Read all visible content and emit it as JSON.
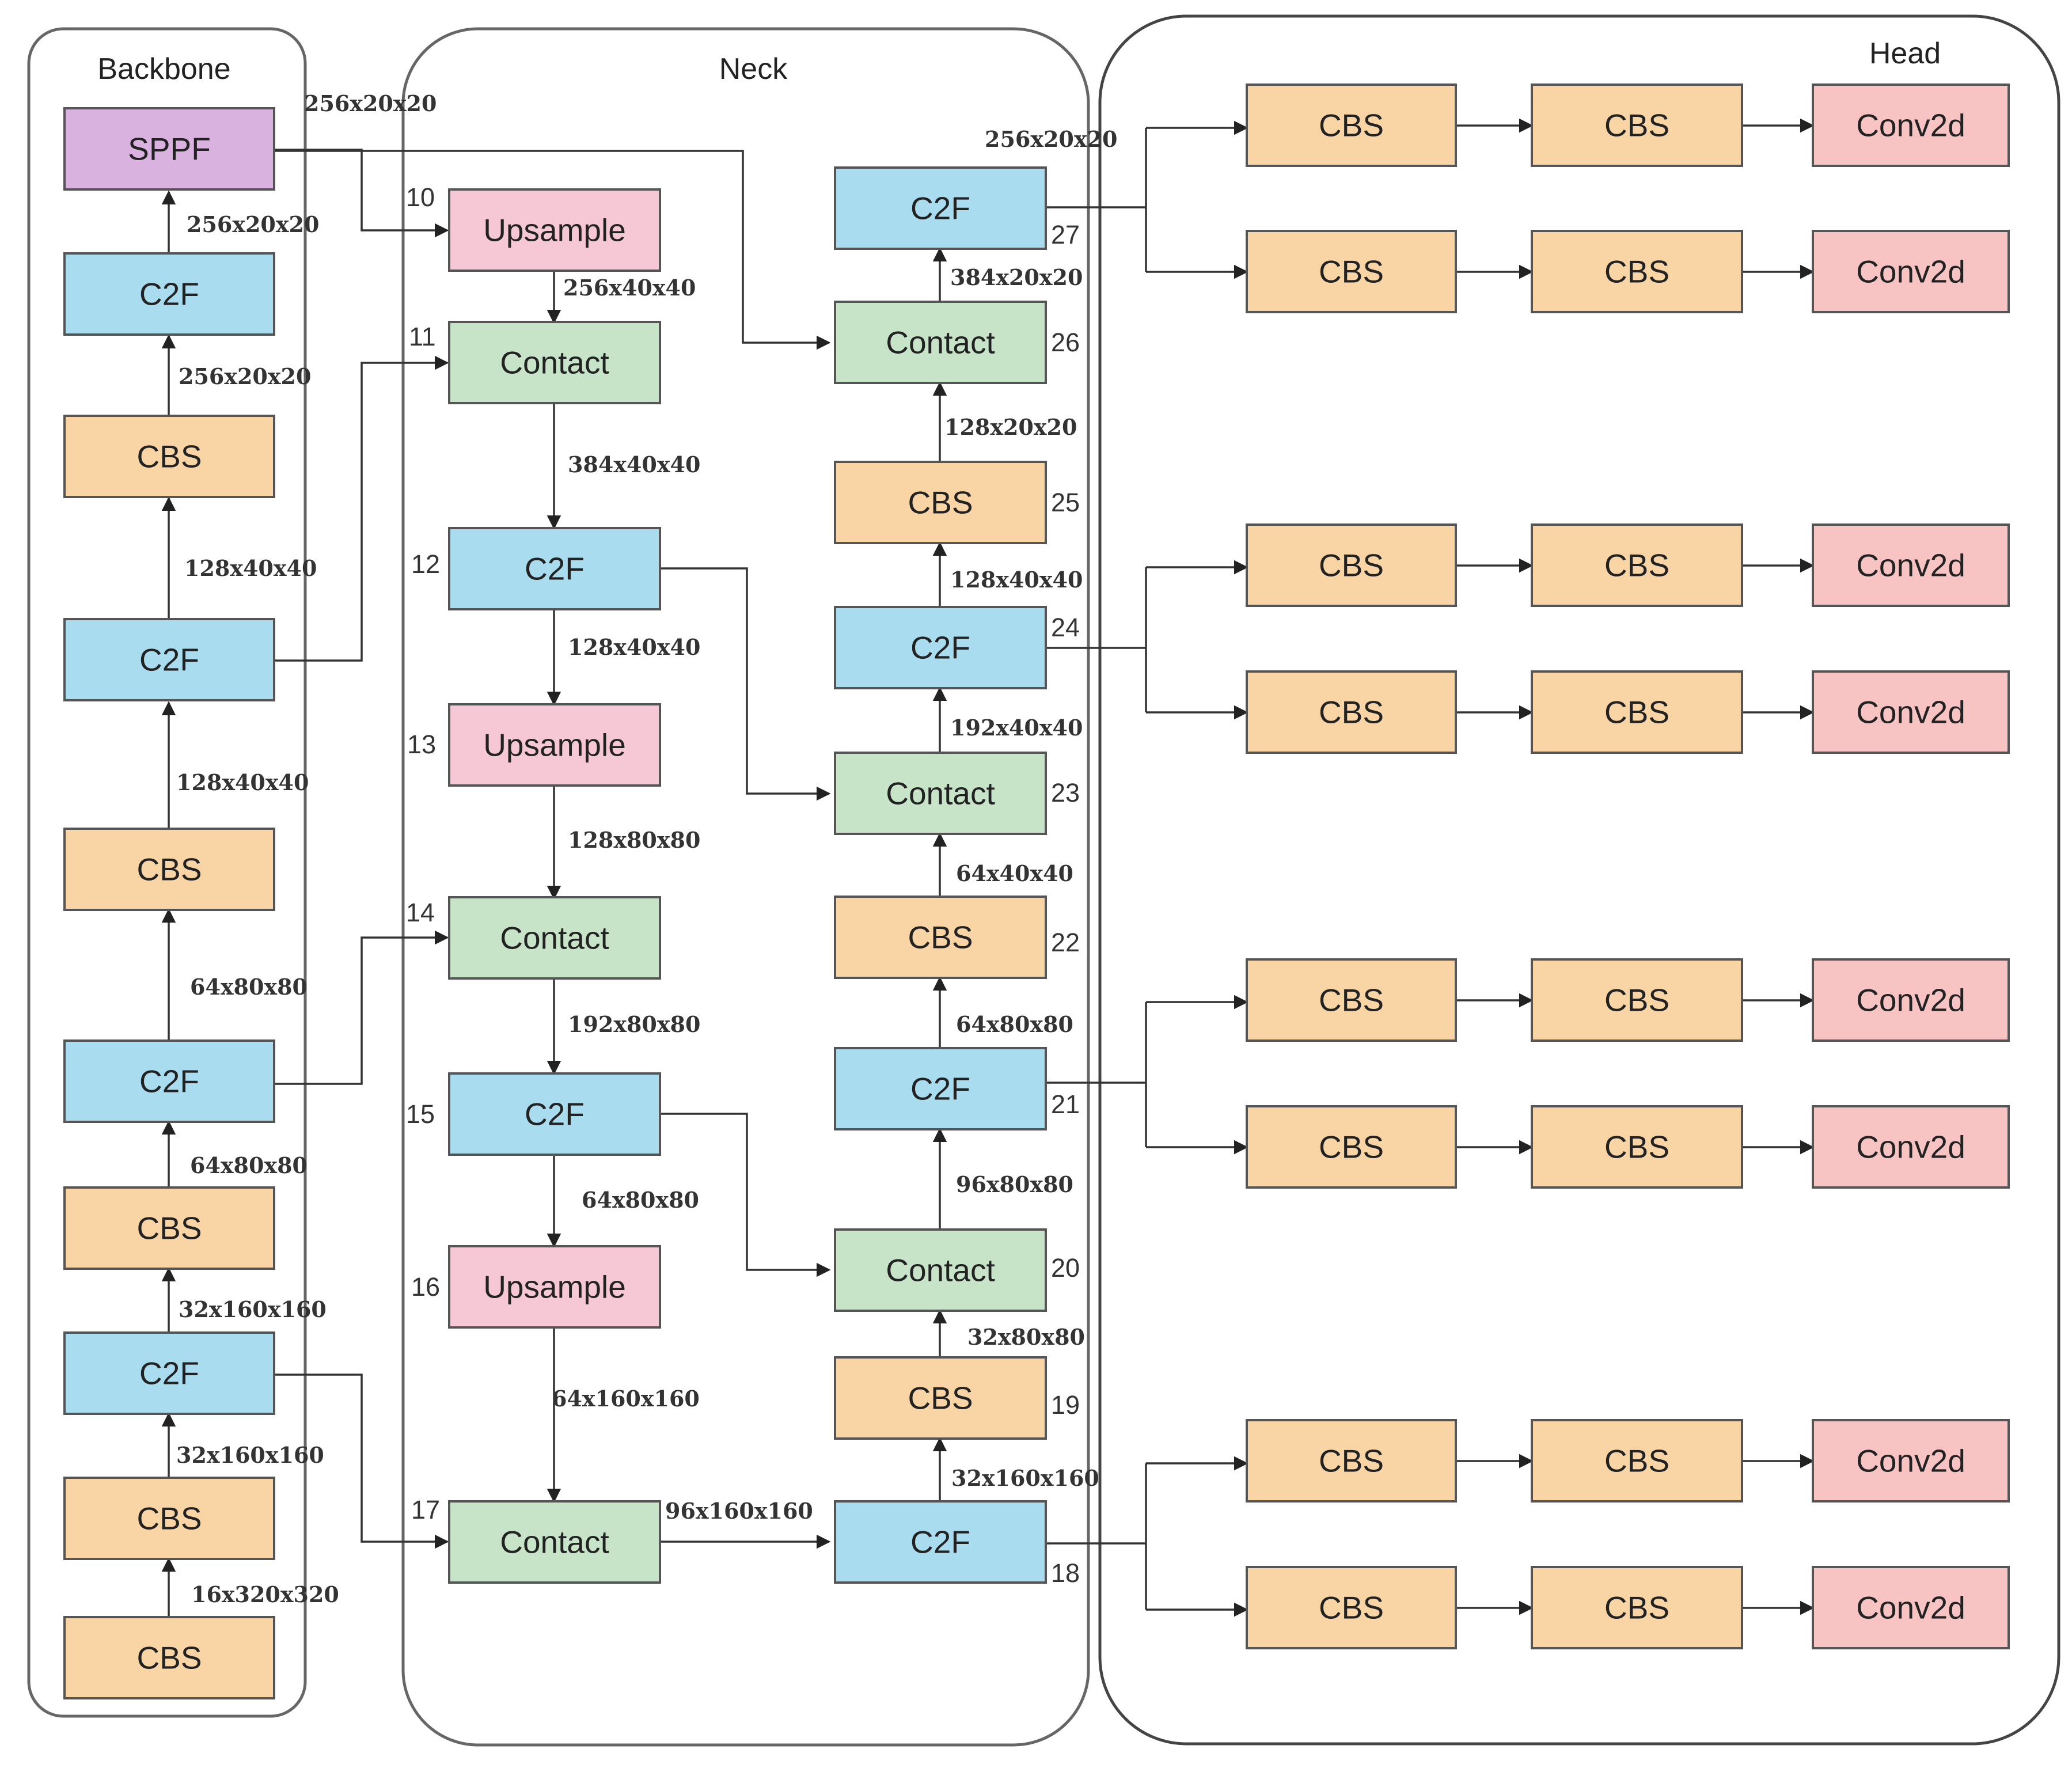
{
  "colors": {
    "CBS": "#f9d5a6",
    "C2F": "#a9dcef",
    "SPPF": "#d9b2df",
    "Upsample": "#f6c8d6",
    "Contact": "#c7e4c8",
    "Conv2d": "#f7c3c3",
    "border": "#555555"
  },
  "sections": {
    "backbone": "Backbone",
    "neck": "Neck",
    "head": "Head"
  },
  "blocks": {
    "b_cbs0": "CBS",
    "b_cbs1": "CBS",
    "b_c2f0": "C2F",
    "b_cbs2": "CBS",
    "b_c2f1": "C2F",
    "b_cbs3": "CBS",
    "b_c2f2": "C2F",
    "b_cbs4": "CBS",
    "b_c2f3": "C2F",
    "b_sppf": "SPPF",
    "n_up10": "Upsample",
    "n_cat11": "Contact",
    "n_c2f12": "C2F",
    "n_up13": "Upsample",
    "n_cat14": "Contact",
    "n_c2f15": "C2F",
    "n_up16": "Upsample",
    "n_cat17": "Contact",
    "n_c2f18": "C2F",
    "n_cbs19": "CBS",
    "n_cat20": "Contact",
    "n_c2f21": "C2F",
    "n_cbs22": "CBS",
    "n_cat23": "Contact",
    "n_c2f24": "C2F",
    "n_cbs25": "CBS",
    "n_cat26": "Contact",
    "n_c2f27": "C2F"
  },
  "head_rows": [
    [
      "CBS",
      "CBS",
      "Conv2d"
    ],
    [
      "CBS",
      "CBS",
      "Conv2d"
    ],
    [
      "CBS",
      "CBS",
      "Conv2d"
    ],
    [
      "CBS",
      "CBS",
      "Conv2d"
    ],
    [
      "CBS",
      "CBS",
      "Conv2d"
    ],
    [
      "CBS",
      "CBS",
      "Conv2d"
    ],
    [
      "CBS",
      "CBS",
      "Conv2d"
    ],
    [
      "CBS",
      "CBS",
      "Conv2d"
    ]
  ],
  "indices": {
    "i10": "10",
    "i11": "11",
    "i12": "12",
    "i13": "13",
    "i14": "14",
    "i15": "15",
    "i16": "16",
    "i17": "17",
    "i18": "18",
    "i19": "19",
    "i20": "20",
    "i21": "21",
    "i22": "22",
    "i23": "23",
    "i24": "24",
    "i25": "25",
    "i26": "26",
    "i27": "27"
  },
  "dims": {
    "d_b_16x320": "16x320x320",
    "d_b_32x160a": "32x160x160",
    "d_b_32x160b": "32x160x160",
    "d_b_64x80a": "64x80x80",
    "d_b_64x80b": "64x80x80",
    "d_b_128x40a": "128x40x40",
    "d_b_128x40b": "128x40x40",
    "d_b_256x20a": "256x20x20",
    "d_b_256x20b": "256x20x20",
    "d_sppf_out": "256x20x20",
    "d_n_256x40": "256x40x40",
    "d_n_384x40": "384x40x40",
    "d_n_128x40": "128x40x40",
    "d_n_128x80": "128x80x80",
    "d_n_192x80": "192x80x80",
    "d_n_64x80": "64x80x80",
    "d_n_64x160": "64x160x160",
    "d_n_96x160": "96x160x160",
    "d_r_32x160": "32x160x160",
    "d_r_32x80": "32x80x80",
    "d_r_96x80": "96x80x80",
    "d_r_64x80": "64x80x80",
    "d_r_64x40": "64x40x40",
    "d_r_192x40": "192x40x40",
    "d_r_128x40": "128x40x40",
    "d_r_128x20": "128x20x20",
    "d_r_384x20": "384x20x20",
    "d_r_256x20": "256x20x20"
  }
}
